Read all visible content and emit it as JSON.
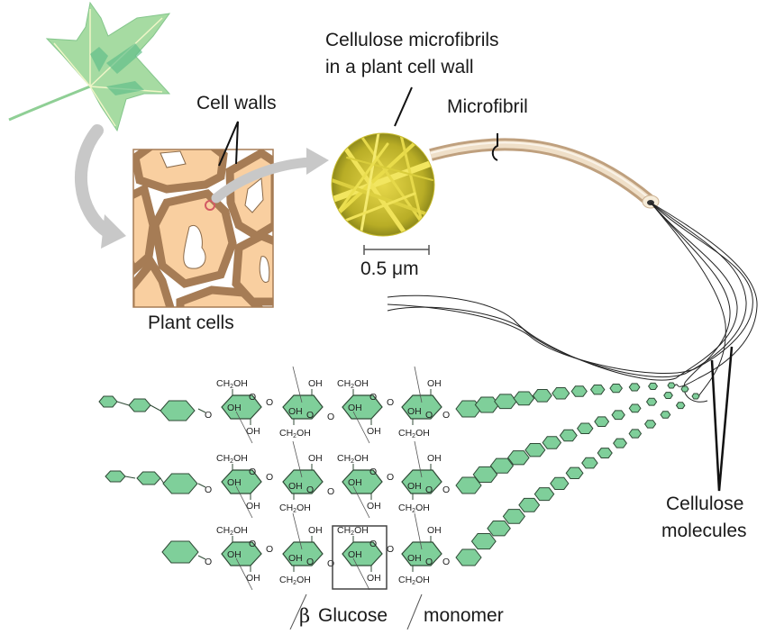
{
  "labels": {
    "cell_walls": "Cell walls",
    "plant_cells": "Plant cells",
    "microfibrils_title_line1": "Cellulose microfibrils",
    "microfibrils_title_line2": "in a plant cell wall",
    "microfibril": "Microfibril",
    "scale_bar": "0.5 μm",
    "cellulose_molecules_line1": "Cellulose",
    "cellulose_molecules_line2": "molecules",
    "beta_glucose_monomer_beta": "β",
    "beta_glucose_monomer_glucose": "Glucose",
    "beta_glucose_monomer_word": "monomer"
  },
  "chemistry": {
    "ch2oh": "CH",
    "ch2oh_sub": "2",
    "ch2oh_tail": "OH",
    "oh": "OH",
    "o": "O",
    "rows": 3,
    "glucose_units_per_row": 4
  },
  "colors": {
    "ring_fill": "#7fcf9a",
    "ring_stroke": "#2f4a36",
    "cell_wall": "#a67c55",
    "cell_interior": "#f9cfa0",
    "arrow_gray": "#c8c8c8",
    "microfibril_tube": "#e2cdb0",
    "sem_yellow": "#e0d23a",
    "leaf_green": "#9fd49a",
    "leaf_dark": "#5fb98a"
  }
}
